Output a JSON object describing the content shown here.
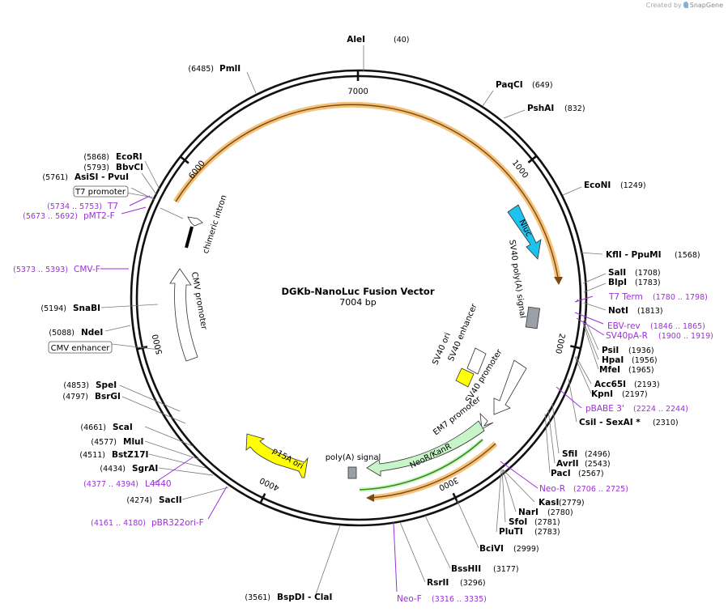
{
  "brand": {
    "created_by": "Created by",
    "product": "SnapGene"
  },
  "plasmid": {
    "name": "DGKb-NanoLuc Fusion Vector",
    "length_label": "7004 bp",
    "length": 7004
  },
  "ticks": [
    {
      "pos": 7000,
      "label": "7000"
    },
    {
      "pos": 1000,
      "label": "1000"
    },
    {
      "pos": 2000,
      "label": "2000"
    },
    {
      "pos": 3000,
      "label": "3000"
    },
    {
      "pos": 4000,
      "label": "4000"
    },
    {
      "pos": 5000,
      "label": "5000"
    },
    {
      "pos": 6000,
      "label": "6000"
    }
  ],
  "sites": [
    {
      "name": "AleI",
      "pos": "(40)"
    },
    {
      "name": "PaqCI",
      "pos": "(649)"
    },
    {
      "name": "PshAI",
      "pos": "(832)"
    },
    {
      "name": "EcoNI",
      "pos": "(1249)"
    },
    {
      "name": "KflI",
      "suffix": " - PpuMI",
      "pos": "(1568)"
    },
    {
      "name": "SalI",
      "pos": "(1708)"
    },
    {
      "name": "BlpI",
      "pos": "(1783)"
    },
    {
      "name": "NotI",
      "pos": "(1813)"
    },
    {
      "name": "PsiI",
      "pos": "(1936)"
    },
    {
      "name": "HpaI",
      "pos": "(1956)"
    },
    {
      "name": "MfeI",
      "pos": "(1965)"
    },
    {
      "name": "Acc65I",
      "pos": "(2193)"
    },
    {
      "name": "KpnI",
      "pos": "(2197)"
    },
    {
      "name": "CsiI",
      "suffix": " - SexAI *",
      "pos": "(2310)"
    },
    {
      "name": "SfiI",
      "pos": "(2496)"
    },
    {
      "name": "AvrII",
      "pos": "(2543)"
    },
    {
      "name": "PacI",
      "pos": "(2567)"
    },
    {
      "name": "KasI",
      "pos": "(2779)"
    },
    {
      "name": "NarI",
      "pos": "(2780)"
    },
    {
      "name": "SfoI",
      "pos": "(2781)"
    },
    {
      "name": "PluTI",
      "pos": "(2783)"
    },
    {
      "name": "BciVI",
      "pos": "(2999)"
    },
    {
      "name": "BssHII",
      "pos": "(3177)"
    },
    {
      "name": "RsrII",
      "pos": "(3296)"
    },
    {
      "name": "BspDI",
      "suffix": " - ClaI",
      "pos": "(3561)"
    },
    {
      "name": "SacII",
      "pos": "(4274)"
    },
    {
      "name": "SgrAI",
      "pos": "(4434)"
    },
    {
      "name": "BstZ17I",
      "pos": "(4511)"
    },
    {
      "name": "MluI",
      "pos": "(4577)"
    },
    {
      "name": "ScaI",
      "pos": "(4661)"
    },
    {
      "name": "BsrGI",
      "pos": "(4797)"
    },
    {
      "name": "SpeI",
      "pos": "(4853)"
    },
    {
      "name": "NdeI",
      "pos": "(5088)"
    },
    {
      "name": "SnaBI",
      "pos": "(5194)"
    },
    {
      "name": "AsiSI",
      "suffix": " - PvuI",
      "pos": "(5761)"
    },
    {
      "name": "BbvCI",
      "pos": "(5793)"
    },
    {
      "name": "EcoRI",
      "pos": "(5868)"
    },
    {
      "name": "PmlI",
      "pos": "(6485)"
    }
  ],
  "primers": [
    {
      "name": "T7 Term",
      "pos": "(1780 .. 1798)"
    },
    {
      "name": "EBV-rev",
      "pos": "(1846 .. 1865)"
    },
    {
      "name": "SV40pA-R",
      "pos": "(1900 .. 1919)"
    },
    {
      "name": "pBABE 3'",
      "pos": "(2224 .. 2244)"
    },
    {
      "name": "Neo-R",
      "pos": "(2706 .. 2725)"
    },
    {
      "name": "Neo-F",
      "pos": "(3316 .. 3335)"
    },
    {
      "name": "pBR322ori-F",
      "pos": "(4161 .. 4180)"
    },
    {
      "name": "L4440",
      "pos": "(4377 .. 4394)"
    },
    {
      "name": "CMV-F",
      "pos": "(5373 .. 5393)"
    },
    {
      "name": "pMT2-F",
      "pos": "(5673 .. 5692)"
    },
    {
      "name": "T7",
      "pos": "(5734 .. 5753)"
    }
  ],
  "boxed_labels": [
    "T7 promoter",
    "CMV enhancer"
  ],
  "features": [
    "Nluc",
    "SV40 poly(A) signal",
    "SV40 ori",
    "SV40 enhancer",
    "SV40 promoter",
    "EM7 promoter",
    "NeoR/KanR",
    "poly(A) signal",
    "p15A ori",
    "CMV promoter",
    "chimeric intron"
  ],
  "colors": {
    "nluc": "#1ec2ee",
    "orf_arc": "#f4c27a",
    "orf_line": "#7a4a10",
    "neo": "#c7f5c7",
    "neo_line": "#3c8a16",
    "ori": "#ffff00",
    "polya": "#9aa0a8",
    "primer": "#9b30d9"
  }
}
